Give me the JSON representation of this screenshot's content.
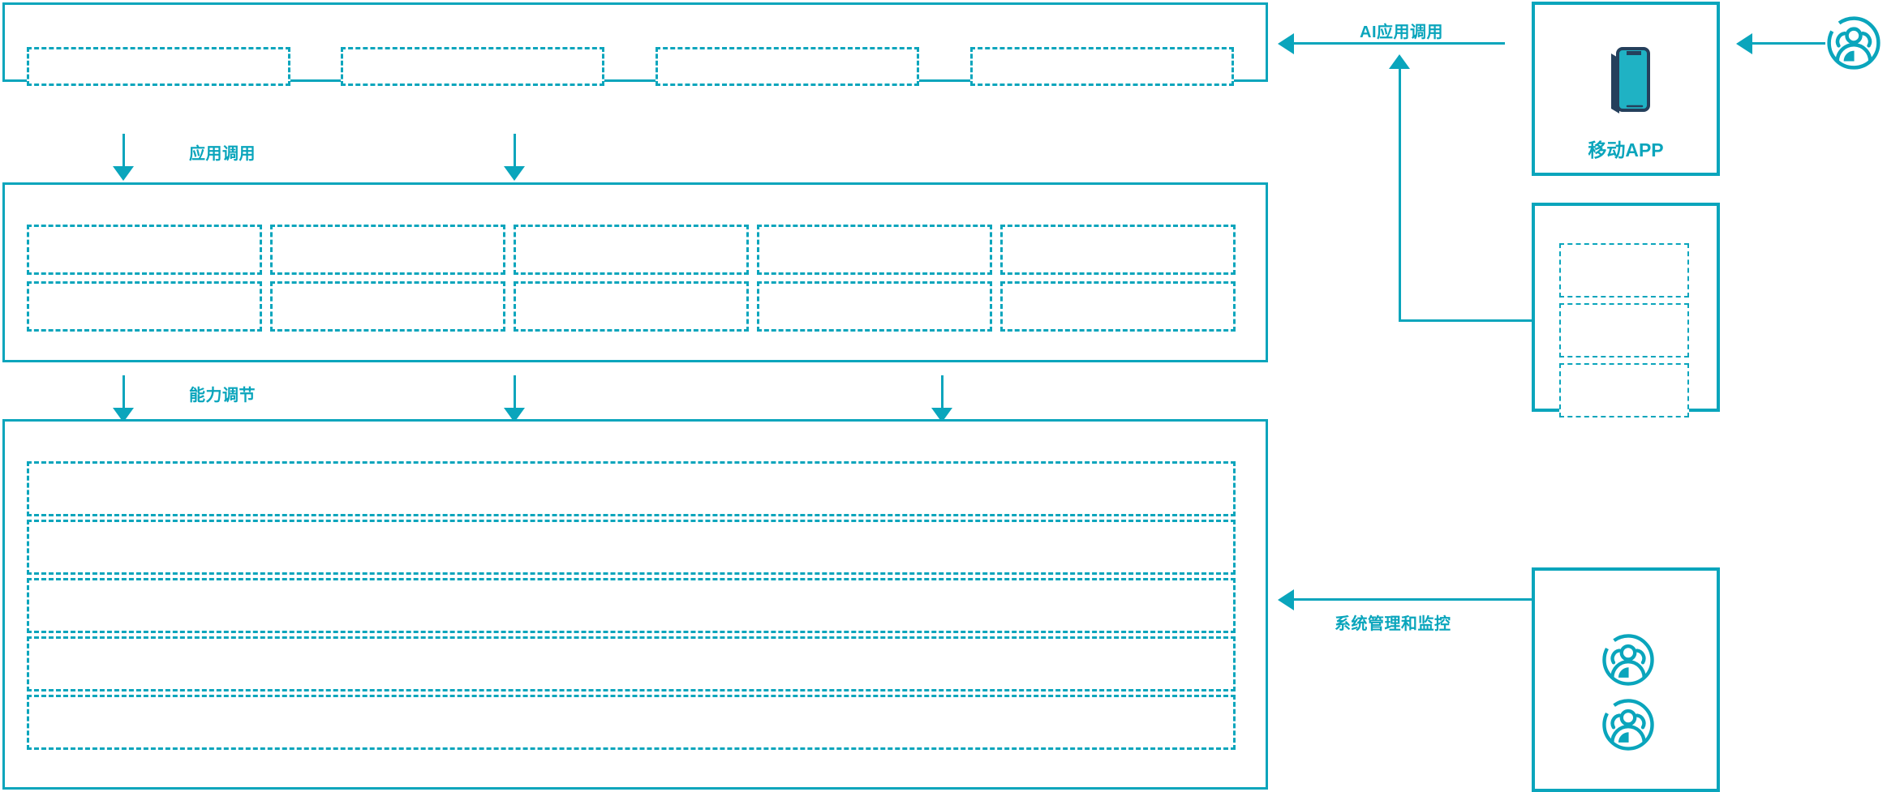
{
  "diagram": {
    "title": "AI capability platform architecture",
    "accent_color": "#0aa5bc",
    "phone_body_color": "#1fb2c4",
    "phone_outline_color": "#25405c",
    "background": "#ffffff"
  },
  "connectors": [
    {
      "name": "app-invoke",
      "label": "应用调用"
    },
    {
      "name": "capability-adjust",
      "label": "能力调节"
    },
    {
      "name": "ai-app-invoke",
      "label": "AI应用调用"
    },
    {
      "name": "system-manage-monitor",
      "label": "系统管理和监控"
    }
  ],
  "left_column": {
    "application_layer": {
      "name": "application-layer-panel",
      "slots": [
        {
          "label": ""
        },
        {
          "label": ""
        },
        {
          "label": ""
        },
        {
          "label": ""
        }
      ]
    },
    "capability_layer": {
      "name": "capability-layer-panel",
      "columns": [
        {
          "top": {
            "label": ""
          },
          "bottom": {
            "label": ""
          }
        },
        {
          "top": {
            "label": ""
          },
          "bottom": {
            "label": ""
          }
        },
        {
          "top": {
            "label": ""
          },
          "bottom": {
            "label": ""
          }
        },
        {
          "top": {
            "label": ""
          },
          "bottom": {
            "label": ""
          }
        },
        {
          "top": {
            "label": ""
          },
          "bottom": {
            "label": ""
          }
        }
      ]
    },
    "infrastructure_layer": {
      "name": "infrastructure-layer-panel",
      "rows": [
        {
          "label": ""
        },
        {
          "label": ""
        },
        {
          "label": ""
        },
        {
          "label": ""
        },
        {
          "label": ""
        }
      ]
    }
  },
  "right_column": {
    "mobile_app": {
      "name": "mobile-app-box",
      "label": "移动APP",
      "icon": "mobile-phone-icon"
    },
    "channel_box": {
      "name": "channel-box",
      "slots": [
        {
          "label": ""
        },
        {
          "label": ""
        },
        {
          "label": ""
        }
      ]
    },
    "operators_box": {
      "name": "operators-box",
      "icons": [
        {
          "icon": "people-group-icon",
          "label": ""
        },
        {
          "icon": "people-group-icon",
          "label": ""
        }
      ]
    },
    "external_user": {
      "name": "external-user-icon",
      "icon": "people-group-icon",
      "label": ""
    }
  }
}
